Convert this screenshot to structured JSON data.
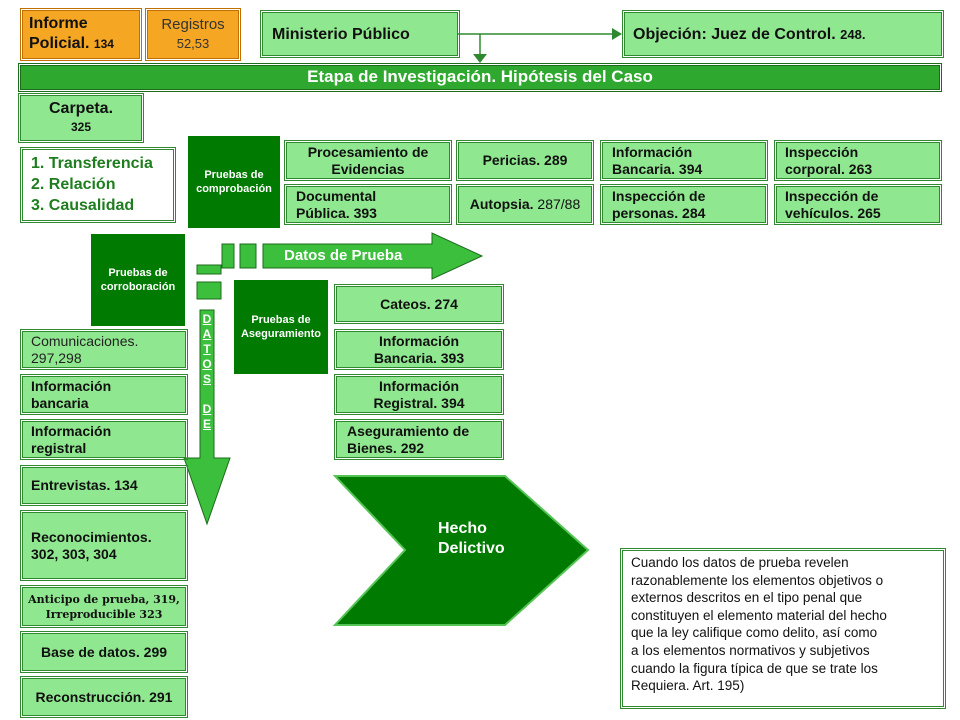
{
  "header": {
    "informe_line1": "Informe",
    "informe_line2": "Policial.",
    "informe_num": "134",
    "registros_line1": "Registros",
    "registros_line2": "52,53",
    "ministerio": "Ministerio Público",
    "objecion": "Objeción: Juez de Control.",
    "objecion_num": "248.",
    "etapa": "Etapa de Investigación.  Hipótesis del Caso"
  },
  "carpeta": {
    "line1": "Carpeta.",
    "line2": "325"
  },
  "hipotesis": [
    "1. Transferencia",
    "2. Relación",
    "3. Causalidad"
  ],
  "categorias": {
    "comprobacion_line1": "Pruebas de",
    "comprobacion_line2": "comprobación",
    "corroboracion_line1": "Pruebas de",
    "corroboracion_line2": "corroboración",
    "aseguramiento_line1": "Pruebas de",
    "aseguramiento_line2": "Aseguramiento"
  },
  "comprobacion_items": [
    {
      "line1": "Procesamiento de",
      "line2": "Evidencias"
    },
    {
      "line1": "Pericias. 289",
      "line2": ""
    },
    {
      "line1": "Información",
      "line2": "Bancaria. 394"
    },
    {
      "line1": "Inspección",
      "line2": "corporal. 263"
    },
    {
      "line1": "Documental",
      "line2": "Pública. 393"
    },
    {
      "line1": "Autopsia.",
      "line2": "287/88"
    },
    {
      "line1": "Inspección de",
      "line2": "personas. 284"
    },
    {
      "line1": "Inspección de",
      "line2": "vehículos. 265"
    }
  ],
  "datos_de_prueba": "Datos de Prueba",
  "datos_vertical": [
    "D",
    "A",
    "T",
    "O",
    "S",
    "",
    "D",
    "E"
  ],
  "corroboracion_items": [
    {
      "line1": "Comunicaciones.",
      "line2": "297,298"
    },
    {
      "line1": "Información",
      "line2": "bancaria"
    },
    {
      "line1": "Información",
      "line2": "registral"
    },
    {
      "line1": "Entrevistas.  134",
      "line2": ""
    },
    {
      "line1": "Reconocimientos.",
      "line2": "302, 303, 304"
    },
    {
      "line1": "Anticipo de prueba, 319,",
      "line2": "Irreproducible 323"
    },
    {
      "line1": "Base de datos. 299",
      "line2": ""
    },
    {
      "line1": "Reconstrucción. 291",
      "line2": ""
    }
  ],
  "aseguramiento_items": [
    {
      "line1": "Cateos. 274",
      "line2": ""
    },
    {
      "line1": "Información",
      "line2": "Bancaria. 393"
    },
    {
      "line1": "Información",
      "line2": "Registral. 394"
    },
    {
      "line1": "Aseguramiento de",
      "line2": "Bienes.  292"
    }
  ],
  "hecho": {
    "line1": "Hecho",
    "line2": "Delictivo"
  },
  "nota": [
    "Cuando los datos de prueba revelen",
    "razonablemente los elementos objetivos o",
    "externos descritos en el tipo penal que",
    "constituyen el elemento material del hecho",
    "que la ley califique como delito, así como",
    "a los elementos normativos y subjetivos",
    "cuando la figura típica de que se trate los",
    "Requiera. Art.  195)"
  ],
  "colors": {
    "light_green": "#8fe88f",
    "dark_green": "#007a00",
    "orange": "#f5a623",
    "border_green": "#2f8a2f"
  }
}
